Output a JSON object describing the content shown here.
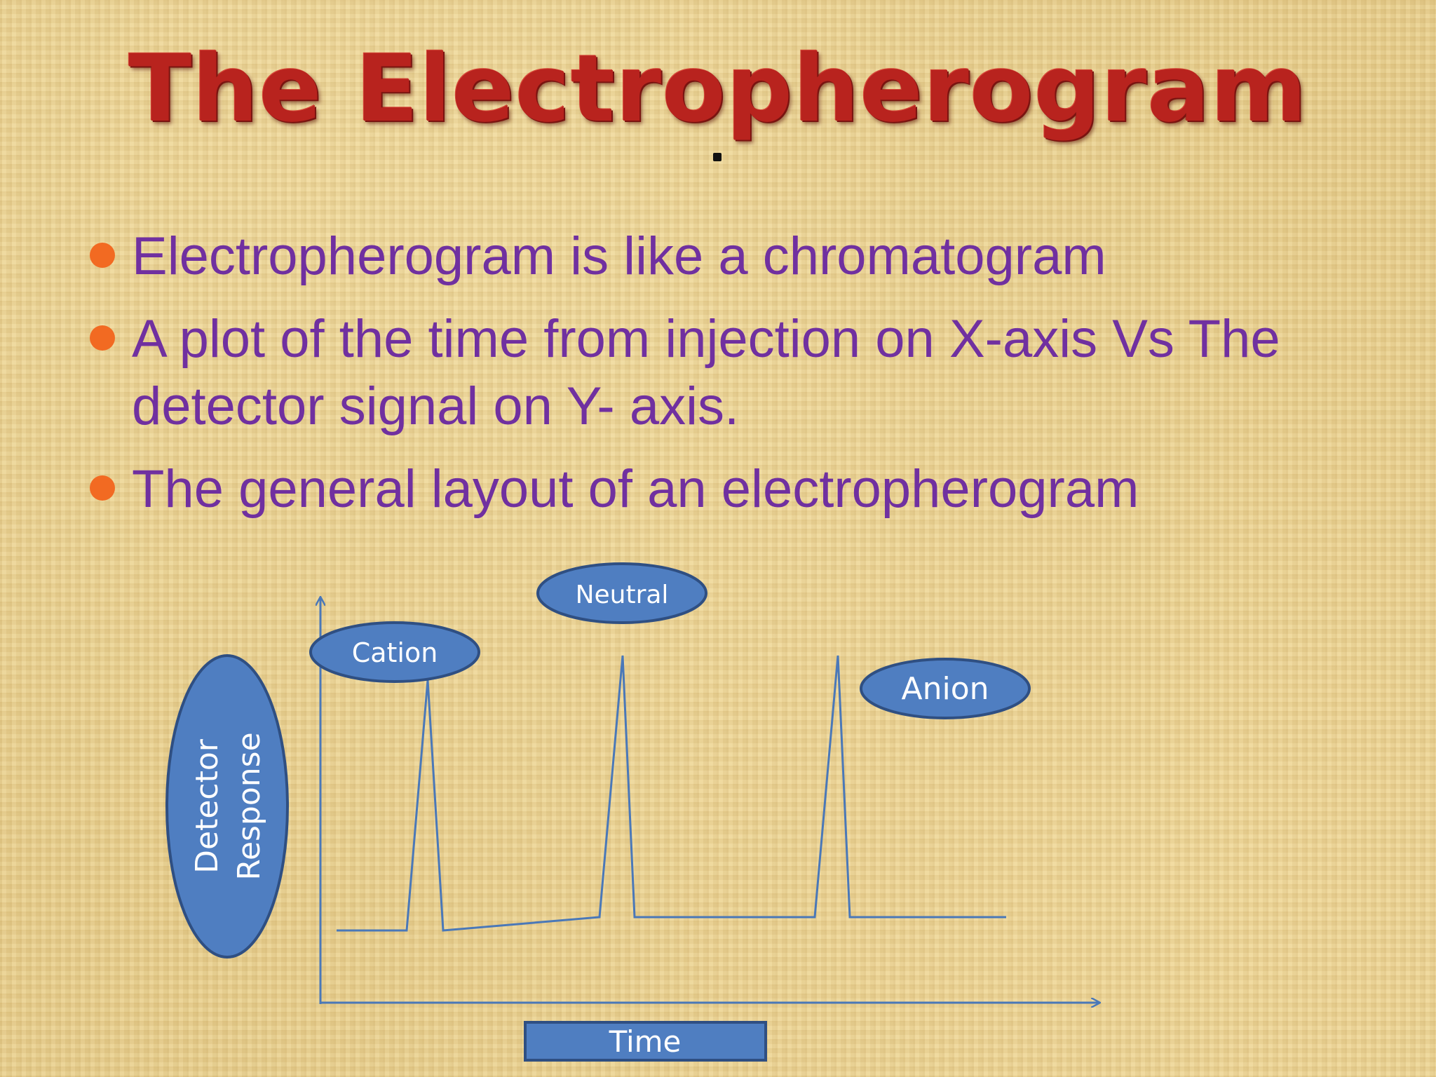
{
  "slide": {
    "title": "The Electropherogram"
  },
  "bullets": [
    {
      "text": "Electropherogram is like a chromatogram"
    },
    {
      "text": "A plot of the time from injection on X-axis Vs The detector signal on Y- axis."
    },
    {
      "text": "The general layout of an electropherogram"
    }
  ],
  "diagram": {
    "y_axis_label_line1": "Detector",
    "y_axis_label_line2": "Response",
    "x_axis_label": "Time",
    "peaks": [
      {
        "label": "Cation"
      },
      {
        "label": "Neutral"
      },
      {
        "label": "Anion"
      }
    ]
  },
  "colors": {
    "title": "#b8231e",
    "bullet_text": "#7030a0",
    "bullet_marker": "#f26a22",
    "shape_fill": "#4f7ec1",
    "shape_stroke": "#2f4f82",
    "trace": "#4a78b8"
  }
}
